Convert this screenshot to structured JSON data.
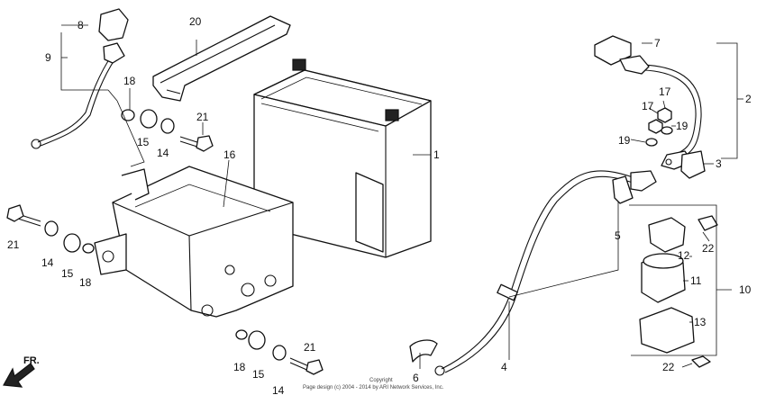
{
  "callouts": {
    "c1": "1",
    "c2": "2",
    "c3": "3",
    "c4": "4",
    "c5": "5",
    "c6": "6",
    "c7": "7",
    "c8": "8",
    "c9": "9",
    "c10": "10",
    "c11": "11",
    "c12": "12",
    "c13": "13",
    "c14a": "14",
    "c14b": "14",
    "c14c": "14",
    "c15a": "15",
    "c15b": "15",
    "c15c": "15",
    "c16": "16",
    "c17a": "17",
    "c17b": "17",
    "c18a": "18",
    "c18b": "18",
    "c18c": "18",
    "c19a": "19",
    "c19b": "19",
    "c20": "20",
    "c21a": "21",
    "c21b": "21",
    "c21c": "21",
    "c22a": "22",
    "c22b": "22"
  },
  "direction_label": "FR.",
  "copyright": {
    "line1": "Copyright",
    "line2": "Page design (c) 2004 - 2014 by ARI Network Services, Inc."
  }
}
